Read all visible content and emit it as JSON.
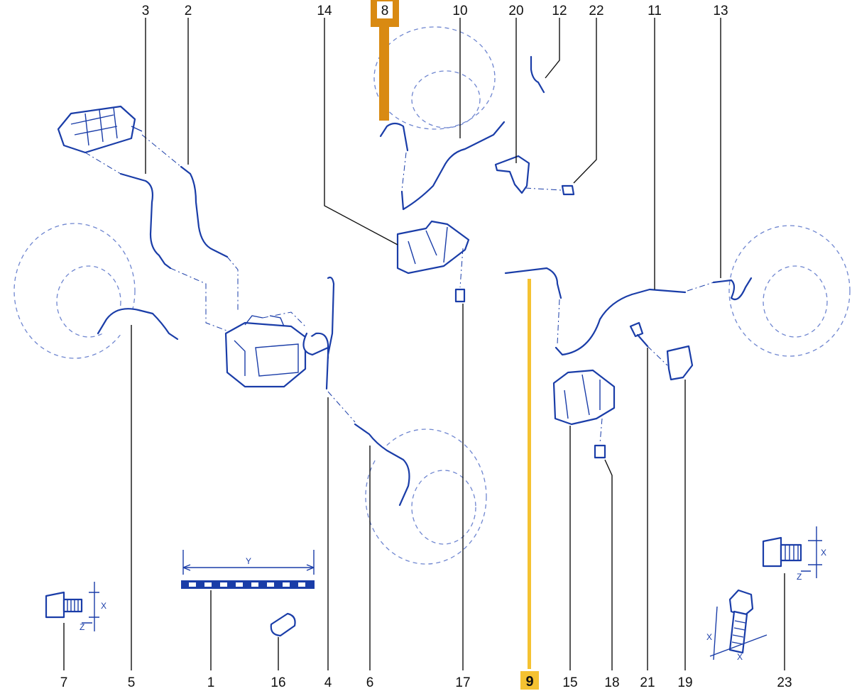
{
  "callouts_top": [
    {
      "id": "c3",
      "label": "3"
    },
    {
      "id": "c2",
      "label": "2"
    },
    {
      "id": "c14",
      "label": "14"
    },
    {
      "id": "c8",
      "label": "8"
    },
    {
      "id": "c10",
      "label": "10"
    },
    {
      "id": "c20",
      "label": "20"
    },
    {
      "id": "c12",
      "label": "12"
    },
    {
      "id": "c22",
      "label": "22"
    },
    {
      "id": "c11",
      "label": "11"
    },
    {
      "id": "c13",
      "label": "13"
    }
  ],
  "callouts_bottom": [
    {
      "id": "c7",
      "label": "7"
    },
    {
      "id": "c5",
      "label": "5"
    },
    {
      "id": "c1",
      "label": "1"
    },
    {
      "id": "c16",
      "label": "16"
    },
    {
      "id": "c4",
      "label": "4"
    },
    {
      "id": "c6",
      "label": "6"
    },
    {
      "id": "c17",
      "label": "17"
    },
    {
      "id": "c9",
      "label": "9"
    },
    {
      "id": "c15",
      "label": "15"
    },
    {
      "id": "c18",
      "label": "18"
    },
    {
      "id": "c21",
      "label": "21"
    },
    {
      "id": "c19",
      "label": "19"
    },
    {
      "id": "c23",
      "label": "23"
    }
  ],
  "highlights": {
    "orange": {
      "label": "8",
      "color": "#d98a12"
    },
    "yellow": {
      "label": "9",
      "color": "#f5c231"
    }
  },
  "dimension_labels": {
    "y": "Y",
    "x_left": "X",
    "z_left": "Z",
    "x_right": "X",
    "z_right": "Z",
    "x_bolt_a": "X",
    "x_bolt_b": "X"
  },
  "colors": {
    "line": "#1a3da8",
    "wheel": "#6f86d0",
    "text": "#111111"
  }
}
